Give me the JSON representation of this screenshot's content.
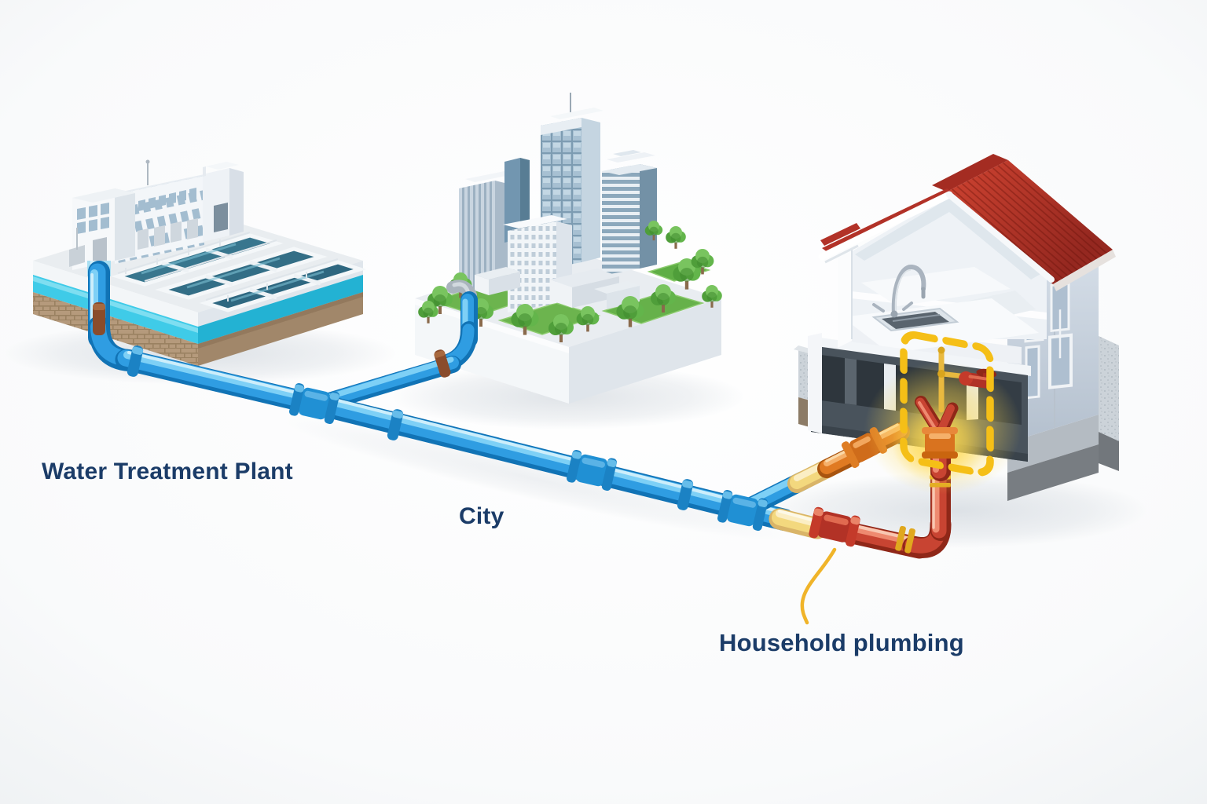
{
  "labels": {
    "plant": "Water Treatment Plant",
    "city": "City",
    "household": "Household plumbing"
  },
  "colors": {
    "label_text": "#1b3c68",
    "cold_water_pipe": "#2f9de2",
    "hot_household_pipe": "#c84432",
    "transition_band": "#f3d87e",
    "highlight_box": "#f5bf17",
    "leader_line": "#f0b429",
    "house_roof": "#b5322a",
    "treated_water": "#3fcbe8",
    "soil": "#b29678"
  }
}
